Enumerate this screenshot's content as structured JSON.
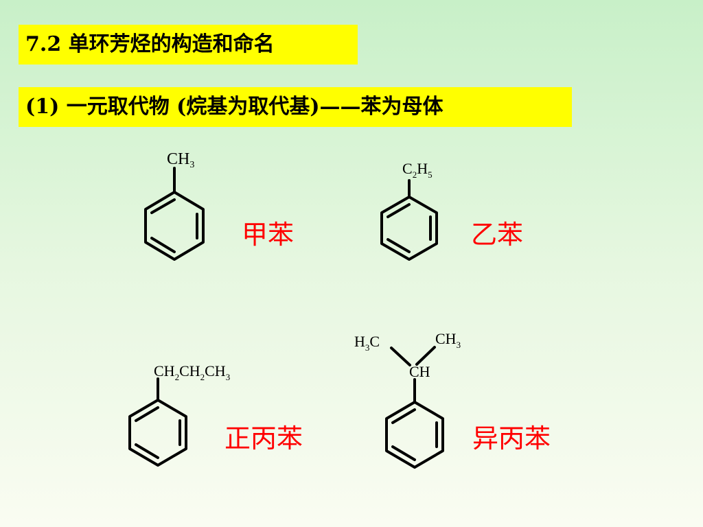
{
  "title": "7.2 单环芳烃的构造和命名",
  "subtitle": "(1) 一元取代物 (烷基为取代基)——苯为母体",
  "molecules": [
    {
      "name": "甲苯",
      "substituent": {
        "main": "CH",
        "sub": "3"
      }
    },
    {
      "name": "乙苯",
      "substituent": {
        "c": "C",
        "c_sub": "2",
        "h": "H",
        "h_sub": "5"
      }
    },
    {
      "name": "正丙苯",
      "substituent": {
        "p1": "CH",
        "s1": "2",
        "p2": "CH",
        "s2": "2",
        "p3": "CH",
        "s3": "3"
      }
    },
    {
      "name": "异丙苯",
      "substituent": {
        "left_h": "H",
        "left_sub": "3",
        "left_c": "C",
        "right": "CH",
        "right_sub": "3",
        "center": "CH"
      }
    }
  ],
  "colors": {
    "background_top": "#c8f0c8",
    "title_fill": "#ffff00",
    "name_text": "#ff0000",
    "structure": "#000000"
  }
}
